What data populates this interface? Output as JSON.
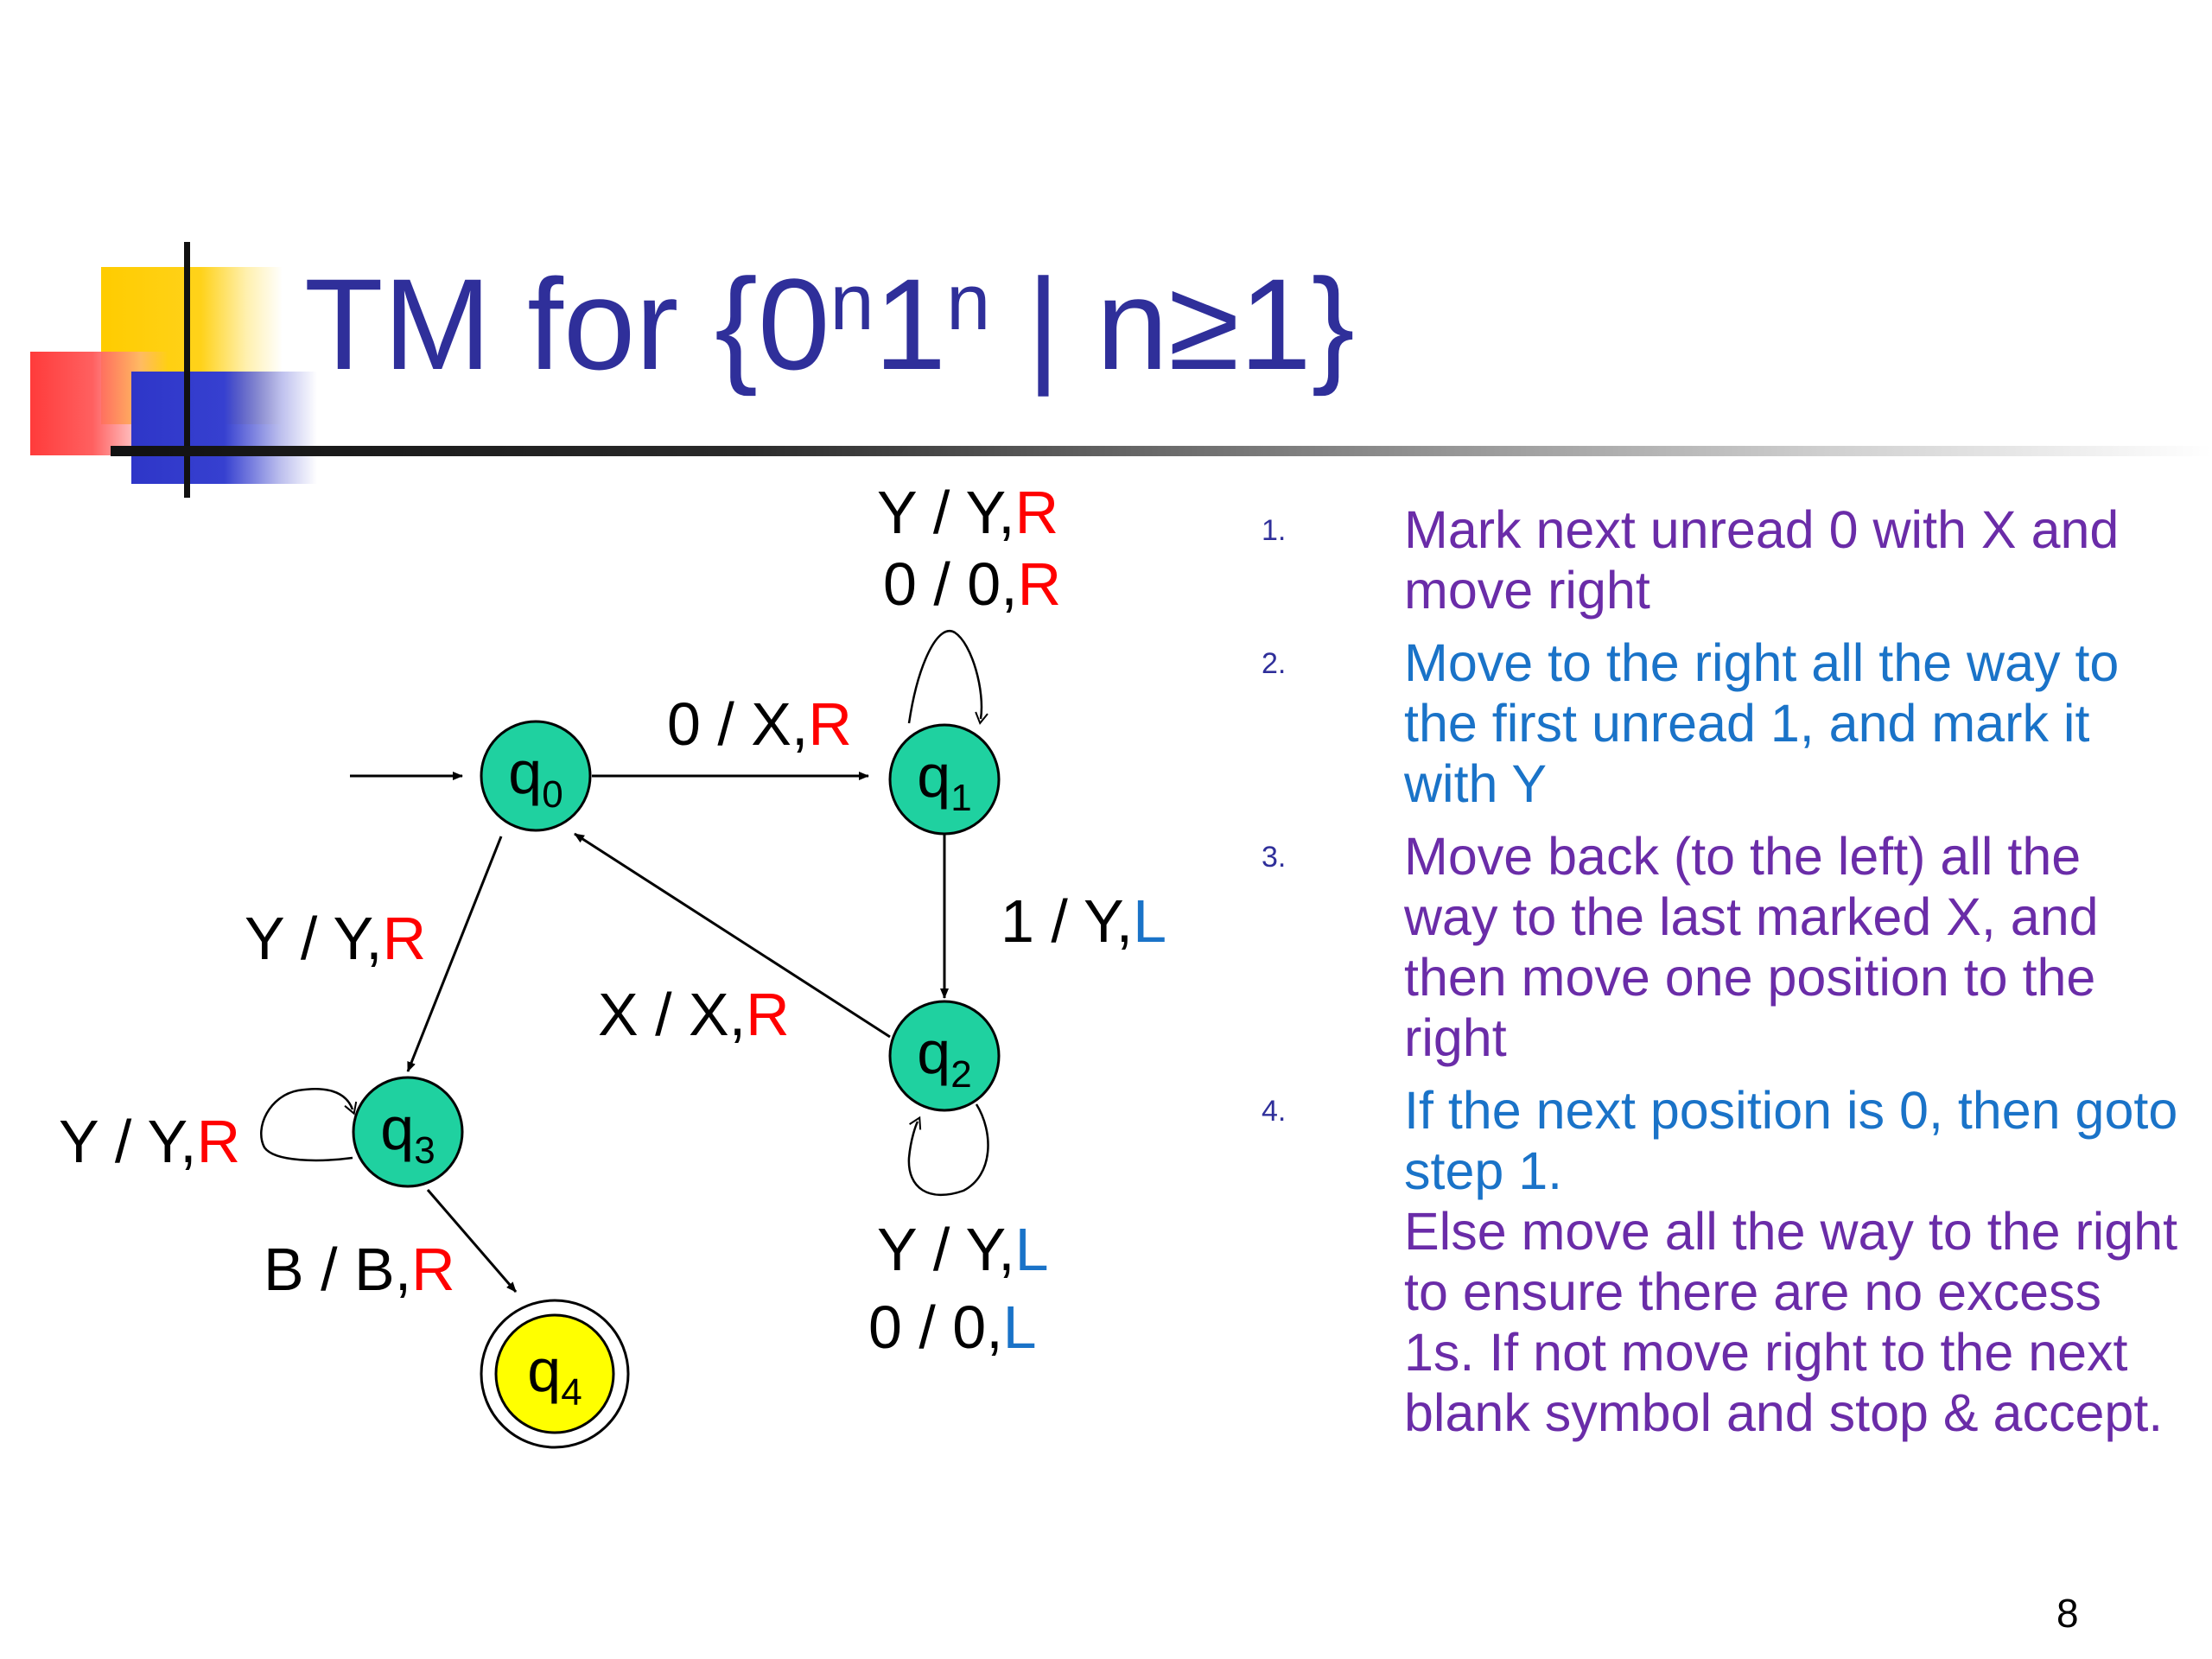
{
  "title": {
    "text_before": "TM for {0",
    "sup_n1": "n",
    "text_middle": "1",
    "sup_n2": "n",
    "text_after": " | n≥1}",
    "color": "#2f2f9a"
  },
  "colors": {
    "state_fill": "#1fd1a0",
    "accept_fill": "#ffff00",
    "right_direction": "#ff0000",
    "left_direction": "#1a73c8",
    "step_purple": "#6a2ca8",
    "step_blue": "#1a73c8"
  },
  "states": {
    "q0": {
      "main": "q",
      "sub": "0"
    },
    "q1": {
      "main": "q",
      "sub": "1"
    },
    "q2": {
      "main": "q",
      "sub": "2"
    },
    "q3": {
      "main": "q",
      "sub": "3"
    },
    "q4": {
      "main": "q",
      "sub": "4"
    }
  },
  "transitions": {
    "q1_loop_a": {
      "rule": "Y / Y,",
      "dir": "R"
    },
    "q1_loop_b": {
      "rule": "0 / 0,",
      "dir": "R"
    },
    "q0_q1": {
      "rule": "0 / X,",
      "dir": "R"
    },
    "q1_q2": {
      "rule": "1 / Y,",
      "dir": "L"
    },
    "q2_q0": {
      "rule": "X / X,",
      "dir": "R"
    },
    "q0_q3": {
      "rule": "Y / Y,",
      "dir": "R"
    },
    "q3_loop": {
      "rule": "Y / Y,",
      "dir": "R"
    },
    "q3_q4": {
      "rule": "B / B,",
      "dir": "R"
    },
    "q2_loop_a": {
      "rule": "Y / Y,",
      "dir": "L"
    },
    "q2_loop_b": {
      "rule": "0 / 0,",
      "dir": "L"
    }
  },
  "steps": [
    {
      "number": "1.",
      "text": "Mark next unread 0 with X and move right",
      "color": "purple"
    },
    {
      "number": "2.",
      "text": "Move to the right all the way to the first unread 1, and mark it with Y",
      "color": "blue"
    },
    {
      "number": "3.",
      "text": "Move back (to the left) all the way to the last marked X, and then move one position to the right",
      "color": "purple"
    },
    {
      "number": "4.",
      "text": "If the next position is 0, then goto step 1.",
      "extra": "Else move all the way to the right to ensure there are no excess 1s. If not move right to the next blank symbol and stop & accept.",
      "color": "blue"
    }
  ],
  "page_number": "8"
}
